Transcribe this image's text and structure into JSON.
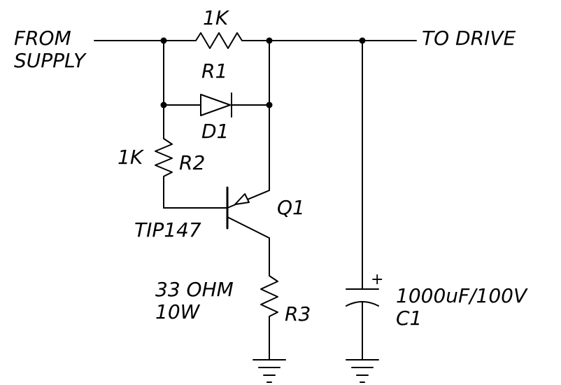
{
  "labels": {
    "from_1": "FROM",
    "from_2": "SUPPLY",
    "to_drive": "TO  DRIVE",
    "r1_value": "1K",
    "r1_ref": "R1",
    "d1_ref": "D1",
    "r2_value": "1K",
    "r2_ref": "R2",
    "q1_ref": "Q1",
    "q1_part": "TIP147",
    "r3_value_1": "33  OHM",
    "r3_value_2": "10W",
    "r3_ref": "R3",
    "c1_value": "1000uF/100V",
    "c1_ref": "C1",
    "c1_polarity": "+"
  }
}
